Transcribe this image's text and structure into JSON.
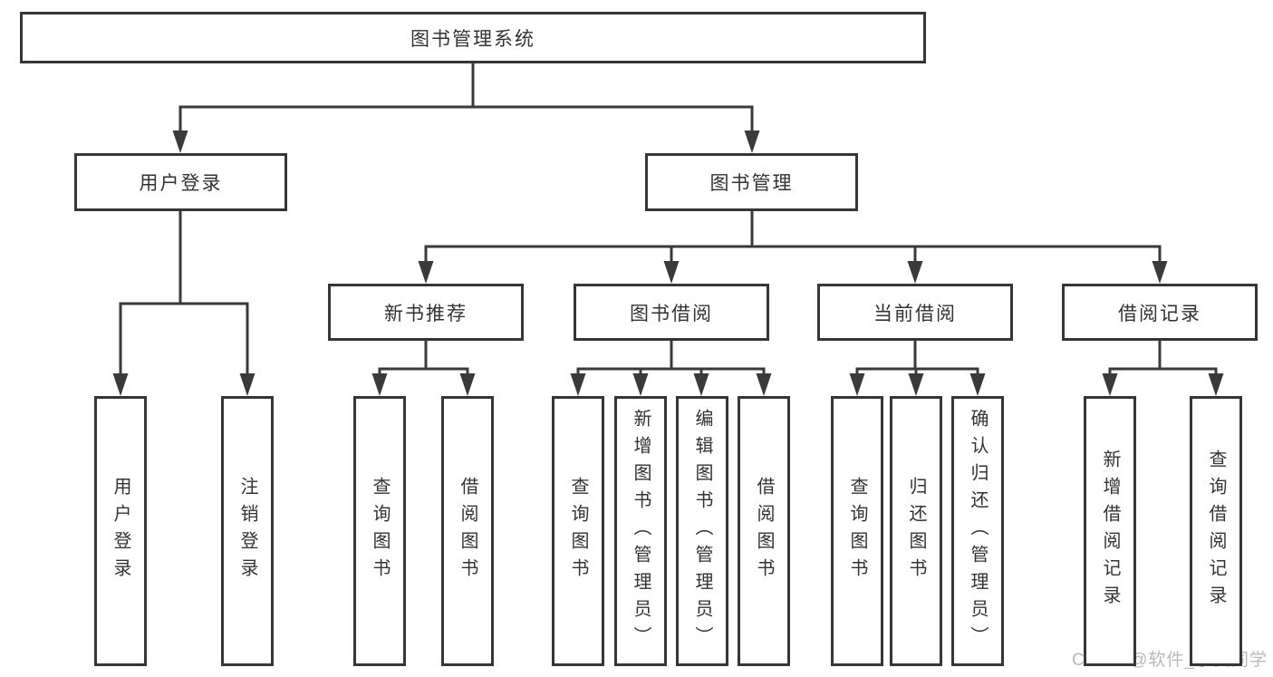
{
  "diagram": {
    "type": "org-chart",
    "title": "图书管理系统",
    "nodes": [
      {
        "id": "root",
        "label": "图书管理系统",
        "parent": null
      },
      {
        "id": "user-login",
        "label": "用户登录",
        "parent": "root"
      },
      {
        "id": "book-management",
        "label": "图书管理",
        "parent": "root"
      },
      {
        "id": "new-book-recommend",
        "label": "新书推荐",
        "parent": "book-management"
      },
      {
        "id": "book-borrowing",
        "label": "图书借阅",
        "parent": "book-management"
      },
      {
        "id": "current-borrowing",
        "label": "当前借阅",
        "parent": "book-management"
      },
      {
        "id": "borrowing-records",
        "label": "借阅记录",
        "parent": "book-management"
      },
      {
        "id": "user-login-leaf",
        "label": "用户登录",
        "parent": "user-login"
      },
      {
        "id": "logout-leaf",
        "label": "注销登录",
        "parent": "user-login"
      },
      {
        "id": "query-books-recommend",
        "label": "查询图书",
        "parent": "new-book-recommend"
      },
      {
        "id": "borrow-books-recommend",
        "label": "借阅图书",
        "parent": "new-book-recommend"
      },
      {
        "id": "query-books-borrowing",
        "label": "查询图书",
        "parent": "book-borrowing"
      },
      {
        "id": "add-books-admin",
        "label": "新增图书（管理员）",
        "parent": "book-borrowing"
      },
      {
        "id": "edit-books-admin",
        "label": "编辑图书（管理员）",
        "parent": "book-borrowing"
      },
      {
        "id": "borrow-books-borrowing",
        "label": "借阅图书",
        "parent": "book-borrowing"
      },
      {
        "id": "query-books-current",
        "label": "查询图书",
        "parent": "current-borrowing"
      },
      {
        "id": "return-books",
        "label": "归还图书",
        "parent": "current-borrowing"
      },
      {
        "id": "confirm-return-admin",
        "label": "确认归还（管理员）",
        "parent": "current-borrowing"
      },
      {
        "id": "add-borrow-record",
        "label": "新增借阅记录",
        "parent": "borrowing-records"
      },
      {
        "id": "query-borrow-record",
        "label": "查询借阅记录",
        "parent": "borrowing-records"
      }
    ]
  },
  "watermark": {
    "text": "CSDN @软件_小贺同学"
  },
  "colors": {
    "line": "#3a3a3a",
    "border": "#363636",
    "text": "#333333",
    "fill": "#ffffff",
    "watermark": "#b9b9b9",
    "background": "#ffffff"
  }
}
